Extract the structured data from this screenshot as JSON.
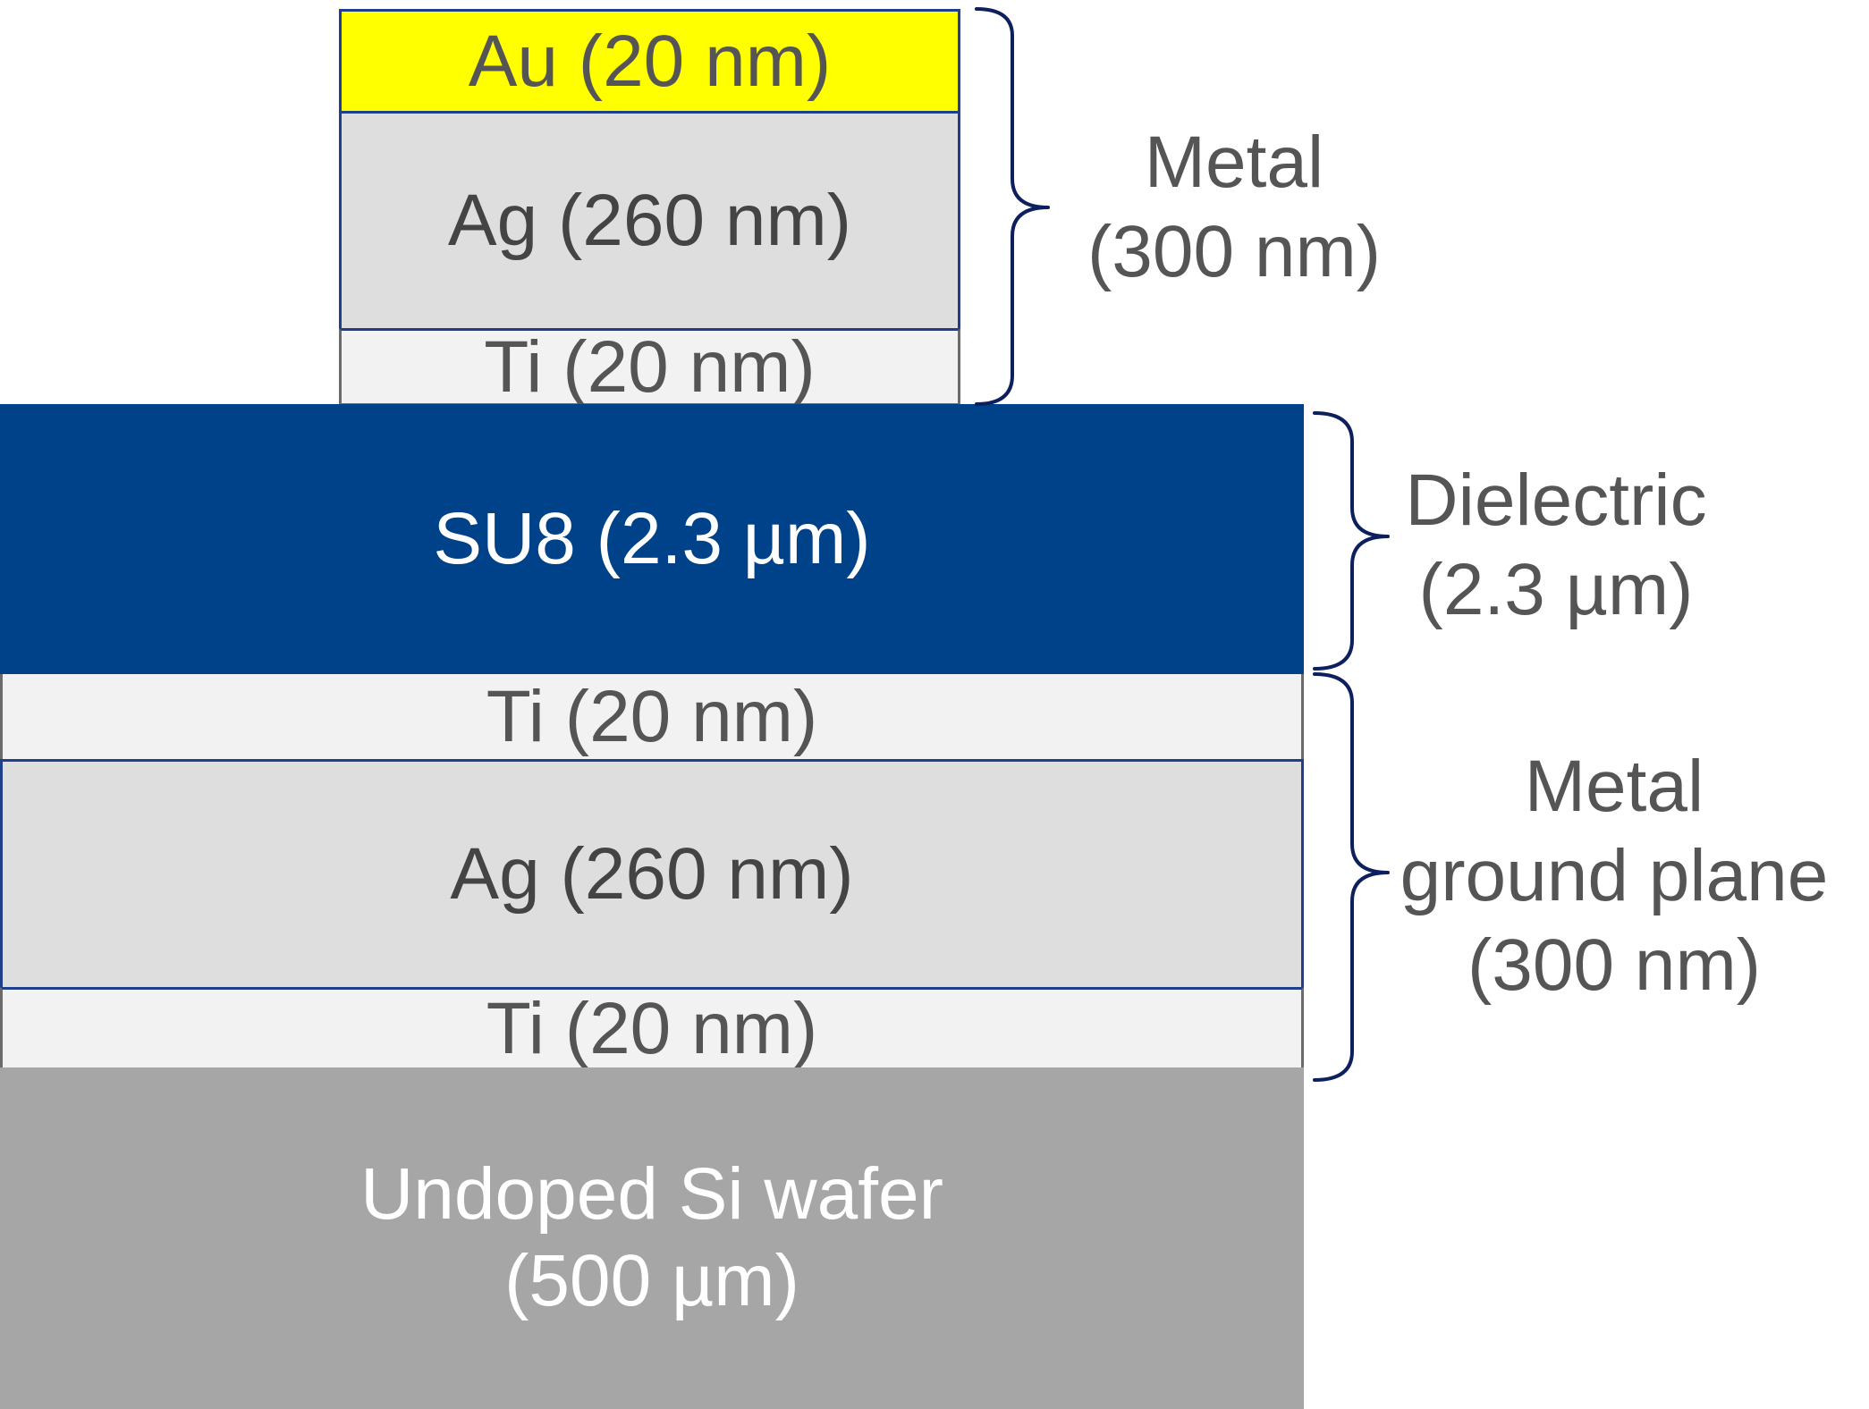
{
  "top_stack": {
    "au": "Au (20 nm)",
    "ag": "Ag (260 nm)",
    "ti": "Ti (20 nm)"
  },
  "dielectric_layer": "SU8 (2.3 µm)",
  "ground_stack": {
    "ti_top": "Ti (20 nm)",
    "ag": "Ag (260 nm)",
    "ti_bottom": "Ti (20 nm)"
  },
  "substrate": {
    "line1": "Undoped Si wafer",
    "line2": "(500 µm)"
  },
  "annotations": {
    "metal": {
      "line1": "Metal",
      "line2": "(300 nm)"
    },
    "dielectric": {
      "line1": "Dielectric",
      "line2": "(2.3 µm)"
    },
    "ground": {
      "line1": "Metal",
      "line2": "ground plane",
      "line3": "(300 nm)"
    }
  },
  "colors": {
    "gold": "#ffff00",
    "silver": "#dedede",
    "titanium": "#f2f2f2",
    "su8": "#004289",
    "silicon": "#a6a6a6",
    "brace": "#0d1f5c"
  }
}
